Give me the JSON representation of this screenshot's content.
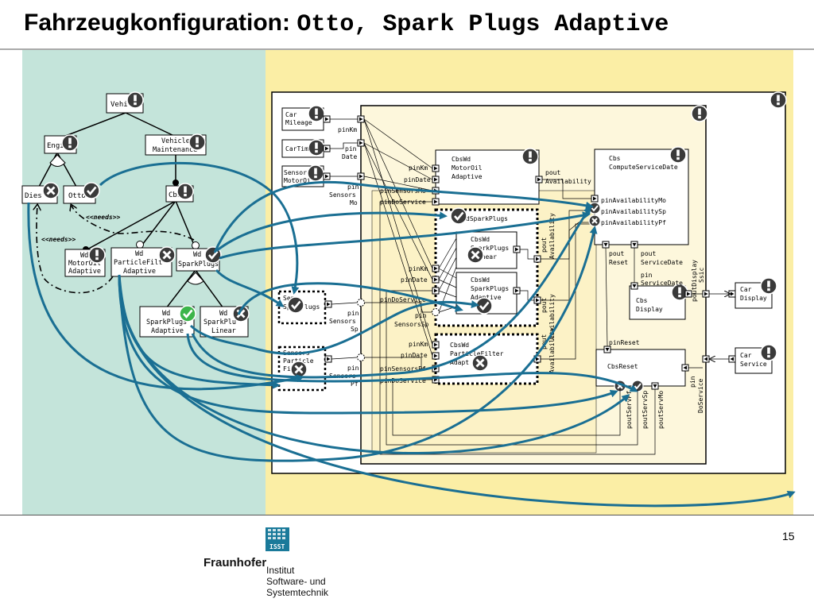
{
  "title": {
    "main": "Fahrzeugkonfiguration:",
    "config": "Otto, Spark Plugs Adaptive"
  },
  "page_number": "15",
  "footer": {
    "organization": "Fraunhofer",
    "institute_line1": "Institut",
    "institute_line2": "Software- und",
    "institute_line3": "Systemtechnik",
    "logo_text": "ISST"
  },
  "feature_model": {
    "nodes": {
      "vehicle": "Vehi",
      "engine": "Engi",
      "maintenance_1": "Vehicle",
      "maintenance_2": "Maintenance",
      "diesel": "Dies",
      "otto": "Otto",
      "cbs": "Cbs",
      "wd_motoroil_1": "Wd",
      "wd_motoroil_2": "MotorOil",
      "wd_motoroil_3": "Adaptive",
      "wd_particle_1": "Wd",
      "wd_particle_2": "ParticleFilt",
      "wd_particle_3": "Adaptive",
      "wd_sparkplugs_1": "Wd",
      "wd_sparkplugs_2": "SparkPlugs",
      "sp_adaptive_1": "Wd",
      "sp_adaptive_2": "SparkPlugs",
      "sp_adaptive_3": "Adaptive",
      "sp_linear_1": "Wd",
      "sp_linear_2": "SparkPlu",
      "sp_linear_3": "Linear"
    },
    "needs_label_1": "<<needs>>",
    "needs_label_2": "<<needs>>"
  },
  "architecture": {
    "sensors": {
      "car_mileage_1": "Car",
      "car_mileage_2": "Mileage",
      "car_time": "CarTim",
      "sensor_motoroil_1": "Sensor",
      "sensor_motoroil_2": "MotorOi",
      "sensors_sp_1": "Sen",
      "sensors_sp_2": "Spa",
      "sensors_sp_3": "lugs",
      "sensors_pf_1": "Sensors",
      "sensors_pf_2": "Particle",
      "sensors_pf_3": "Fi"
    },
    "ports_left": {
      "pinkm": "pinKm",
      "pin_date_1": "pin",
      "pin_date_2": "Date",
      "pin_sensors_1": "pin",
      "pin_sensors_2": "Sensors",
      "pin_sensors_3": "Mo",
      "pin_sensors_sp_1": "pin",
      "pin_sensors_sp_2": "Sensors",
      "pin_sensors_sp_3": "Sp",
      "pin_sensors_pf_1": "pin",
      "pin_sensors_pf_2": "Sensors",
      "pin_sensors_pf_3": "Pf"
    },
    "cbswd_motoroil": {
      "line1": "CbsWd",
      "line2": "MotorOil",
      "line3": "Adaptive",
      "pinkm": "pinKm",
      "pindate": "pinDate",
      "pinsensors": "pinSensorsMo",
      "pindoservice": "pinDoService",
      "pout_1": "pout",
      "pout_2": "Availability"
    },
    "cbswd_sparkplugs": {
      "label": "dSparkPlugs",
      "pinkm": "pinKm",
      "pindate": "pinDate",
      "pindoservice": "pinDoService",
      "pinsensors_1": "pin",
      "pinsensors_2": "SensorsSp",
      "pout_1": "pout",
      "pout_2": "Availability",
      "pout_3": "pout",
      "pout_4": "Availability",
      "linear_1": "CbsWd",
      "linear_2": "SparkPlugs",
      "linear_3": "Linear",
      "adaptive_1": "CbsWd",
      "adaptive_2": "SparkPlugs",
      "adaptive_3": "Adaptive"
    },
    "cbswd_particle": {
      "line1": "CbsWd",
      "line2": "ParticleFilter",
      "line3": "Adapt",
      "pinkm": "pinKm",
      "pindate": "pinDate",
      "pinsensors": "pinSensorsPf",
      "pindoservice": "pinDoService",
      "pout_1": "pout",
      "pout_2": "Availability"
    },
    "cbs_compute": {
      "line1": "Cbs",
      "line2": "ComputeServiceDate",
      "pin_mo": "pinAvailabilityMo",
      "pin_sp": "pinAvailabilitySp",
      "pin_pf": "pinAvailabilityPf",
      "pout_reset_1": "pout",
      "pout_reset_2": "Reset",
      "pout_servicedate_1": "pout",
      "pout_servicedate_2": "ServiceDate"
    },
    "cbs_display": {
      "line1": "Cbs",
      "line2": "Display",
      "pin_1": "pin",
      "pin_2": "ServiceDate",
      "pout_1": "poutDisplay",
      "pout_2": "Ssic"
    },
    "car_display": {
      "line1": "Car",
      "line2": "Display"
    },
    "car_service": {
      "line1": "Car",
      "line2": "Service"
    },
    "cbs_reset": {
      "label": "CbsReset",
      "pinreset": "pinReset",
      "pout_mo": "poutServMo",
      "pout_sp": "poutServSp",
      "pout_pf": "poutServPf",
      "pin_doservice_1": "pin",
      "pin_doservice_2": "DoService"
    }
  },
  "colors": {
    "left_panel": "#c4e4da",
    "right_panel": "#fbeea5",
    "inner_panel": "#fdf7dc",
    "arrow": "#1a6f93",
    "ok_green": "#3cb54a",
    "badge_dark": "#333333"
  }
}
